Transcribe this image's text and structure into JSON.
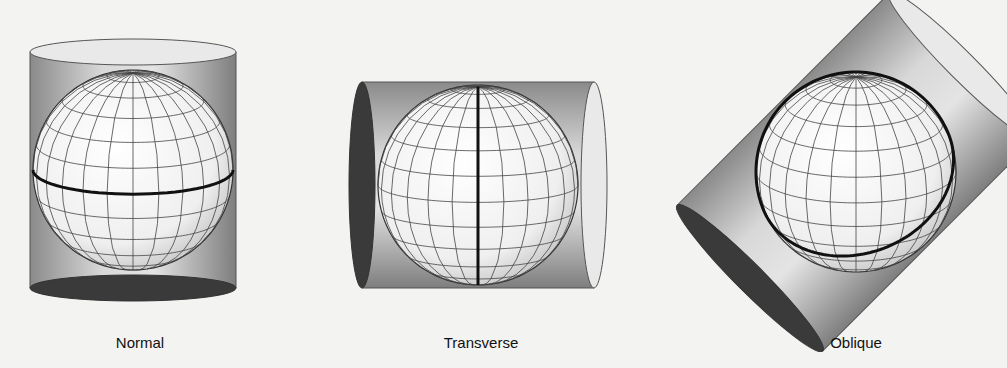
{
  "diagram": {
    "labels": [
      "Normal",
      "Transverse",
      "Oblique"
    ]
  }
}
